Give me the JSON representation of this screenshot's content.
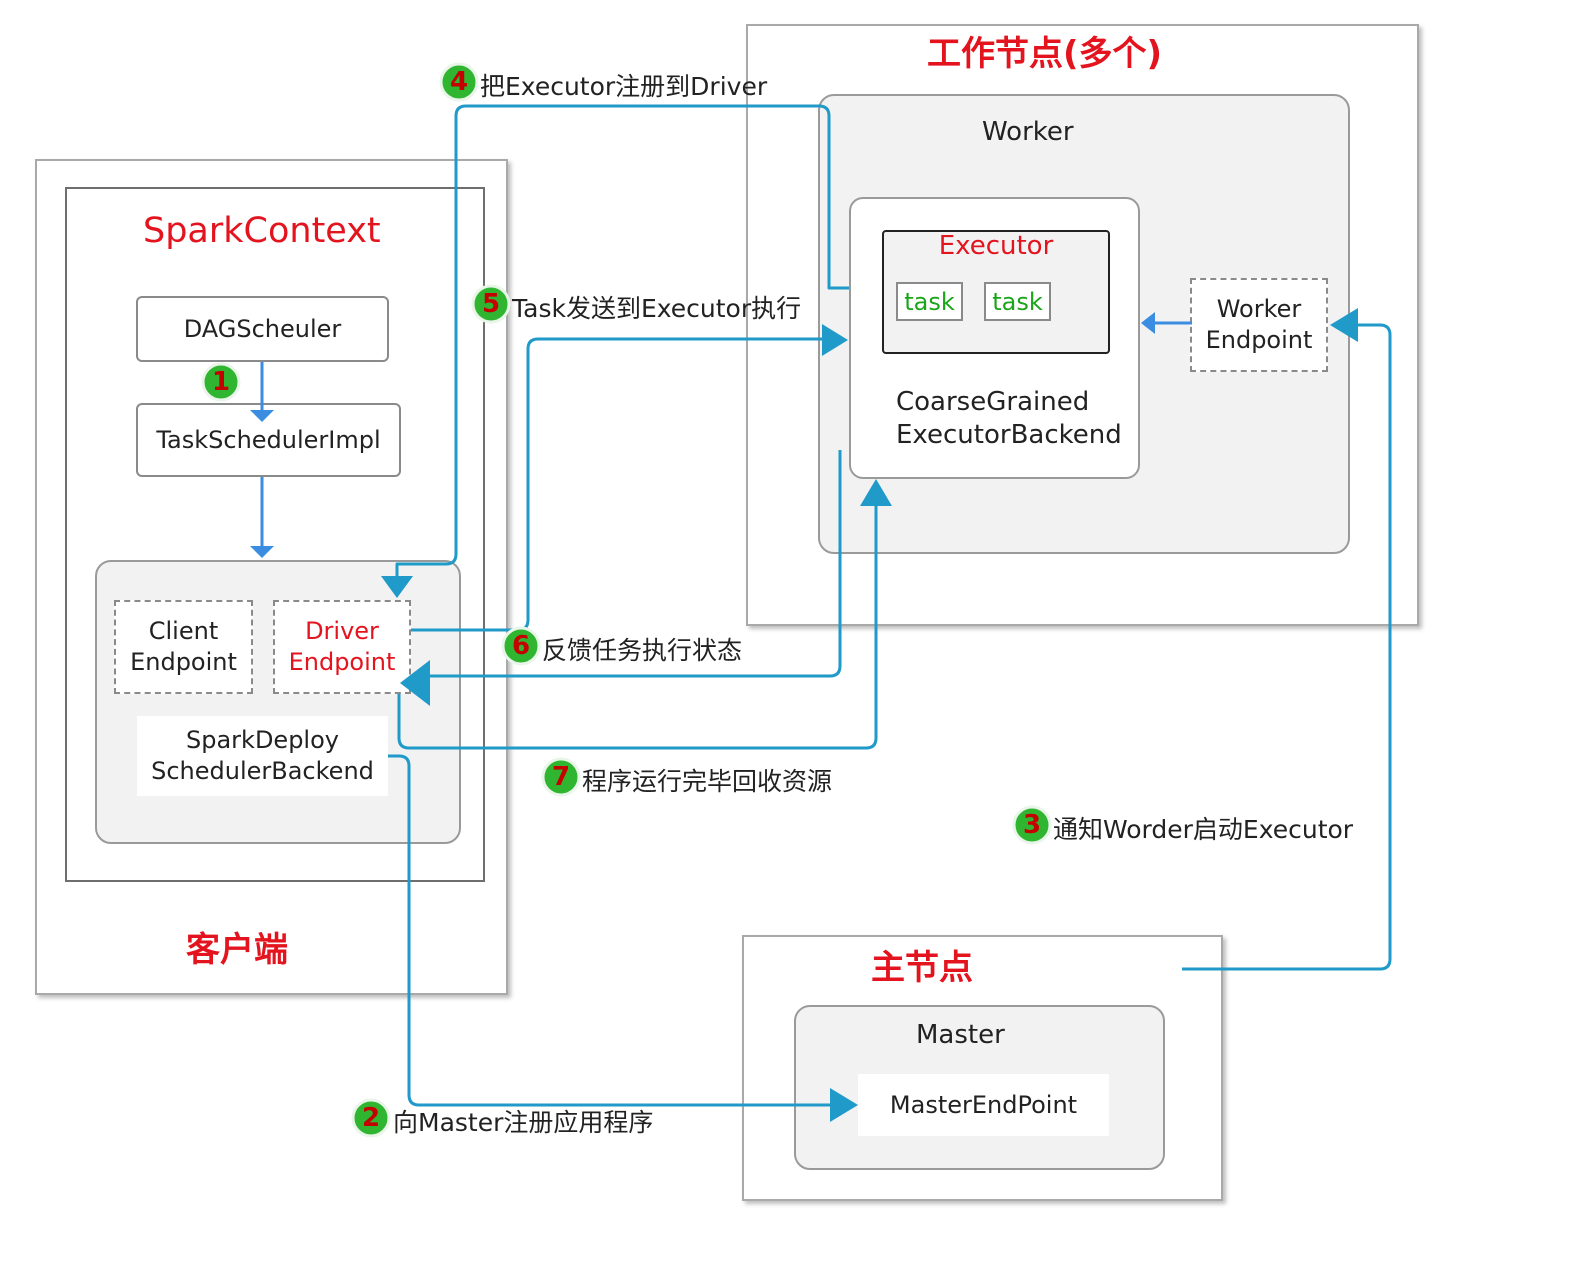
{
  "client": {
    "title": "客户端",
    "spark_context": {
      "title": "SparkContext",
      "dag_scheduler": "DAGScheuler",
      "task_scheduler": "TaskSchedulerImpl",
      "client_endpoint": "Client\nEndpoint",
      "driver_endpoint": "Driver\nEndpoint",
      "deploy_backend": "SparkDeploy\nSchedulerBackend"
    }
  },
  "worker_node": {
    "title": "工作节点(多个)",
    "worker": "Worker",
    "executor": "Executor",
    "tasks": [
      "task",
      "task"
    ],
    "backend": "CoarseGrained\nExecutorBackend",
    "worker_endpoint": "Worker\nEndpoint"
  },
  "master_node": {
    "title": "主节点",
    "master": "Master",
    "master_endpoint": "MasterEndPoint"
  },
  "steps": [
    {
      "num": "1",
      "text": ""
    },
    {
      "num": "2",
      "text": "向Master注册应用程序"
    },
    {
      "num": "3",
      "text": "通知Worder启动Executor"
    },
    {
      "num": "4",
      "text": "把Executor注册到Driver"
    },
    {
      "num": "5",
      "text": "Task发送到Executor执行"
    },
    {
      "num": "6",
      "text": "反馈任务执行状态"
    },
    {
      "num": "7",
      "text": "程序运行完毕回收资源"
    }
  ],
  "colors": {
    "accent_red": "#e3141e",
    "step_green": "#2fb52f",
    "flow_teal": "#1f9ac9",
    "internal_blue": "#3a8de0"
  }
}
